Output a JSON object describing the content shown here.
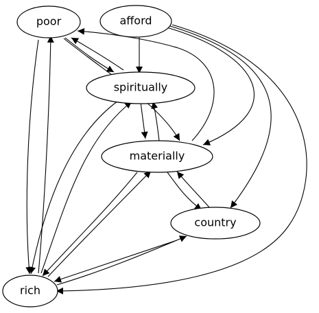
{
  "nodes": {
    "poor": "poor",
    "afford": "afford",
    "spiritually": "spiritually",
    "materially": "materially",
    "country": "country",
    "rich": "rich"
  },
  "edges": [
    {
      "from": "poor",
      "to": "spiritually"
    },
    {
      "from": "spiritually",
      "to": "poor"
    },
    {
      "from": "poor",
      "to": "materially"
    },
    {
      "from": "materially",
      "to": "poor"
    },
    {
      "from": "poor",
      "to": "rich"
    },
    {
      "from": "rich",
      "to": "poor"
    },
    {
      "from": "afford",
      "to": "spiritually"
    },
    {
      "from": "afford",
      "to": "materially"
    },
    {
      "from": "afford",
      "to": "country"
    },
    {
      "from": "afford",
      "to": "rich"
    },
    {
      "from": "spiritually",
      "to": "materially"
    },
    {
      "from": "materially",
      "to": "spiritually"
    },
    {
      "from": "spiritually",
      "to": "rich"
    },
    {
      "from": "rich",
      "to": "spiritually"
    },
    {
      "from": "materially",
      "to": "country"
    },
    {
      "from": "country",
      "to": "materially"
    },
    {
      "from": "materially",
      "to": "rich"
    },
    {
      "from": "rich",
      "to": "materially"
    },
    {
      "from": "country",
      "to": "rich"
    },
    {
      "from": "rich",
      "to": "country"
    }
  ]
}
